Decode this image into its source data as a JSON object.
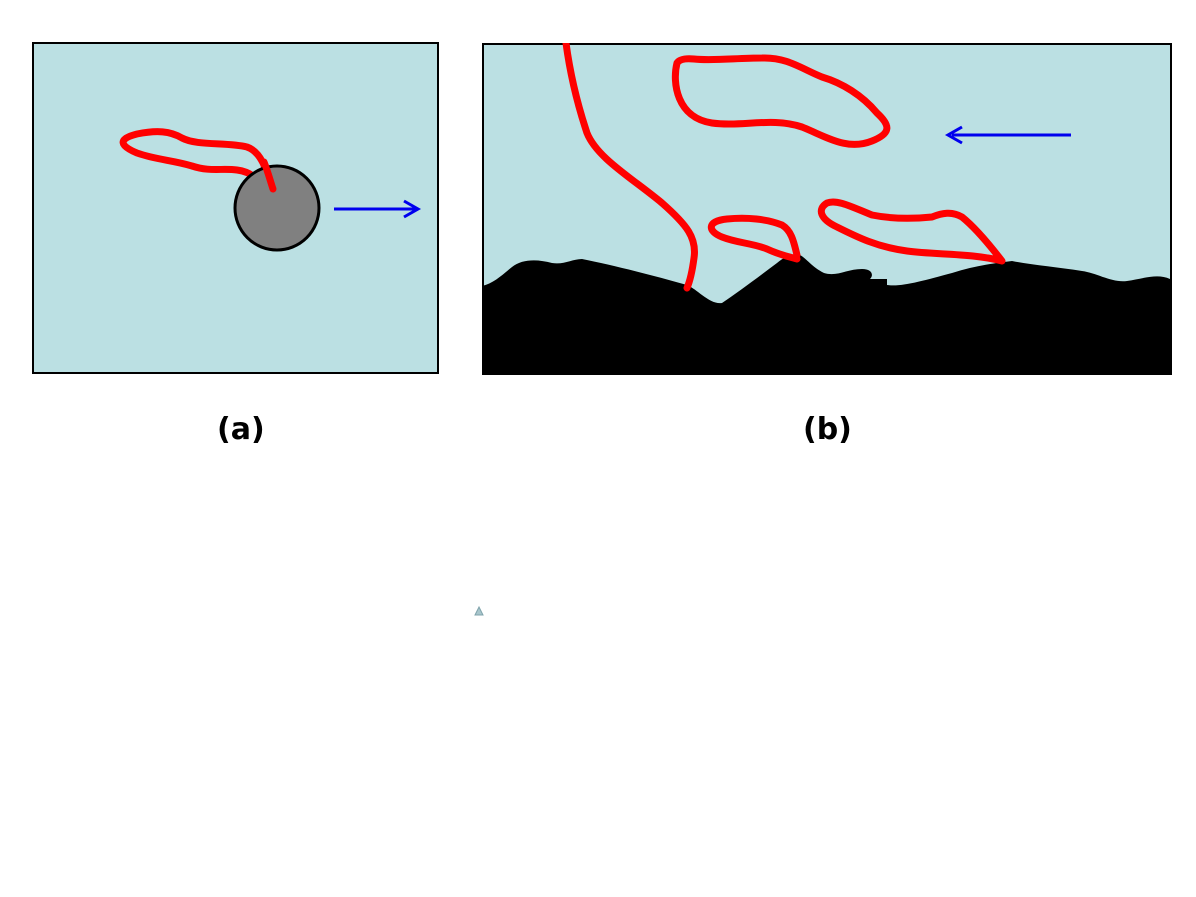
{
  "colors": {
    "background": "#bbe0e3",
    "chain": "#ff0000",
    "arrow": "#0000ee",
    "particle": "#808080",
    "surface": "#000000",
    "border": "#000000"
  },
  "panels": [
    {
      "caption": "(a)",
      "flow_direction": "right",
      "contents": [
        "spherical-particle",
        "adsorbed-polymer-chain",
        "flow-arrow"
      ]
    },
    {
      "caption": "(b)",
      "flow_direction": "left",
      "contents": [
        "rough-surface",
        "free-polymer-chains",
        "adsorbed-polymer-loops",
        "flow-arrow"
      ]
    }
  ],
  "icons": [
    "arrow-right-icon",
    "arrow-left-icon",
    "triangle-marker-icon"
  ]
}
